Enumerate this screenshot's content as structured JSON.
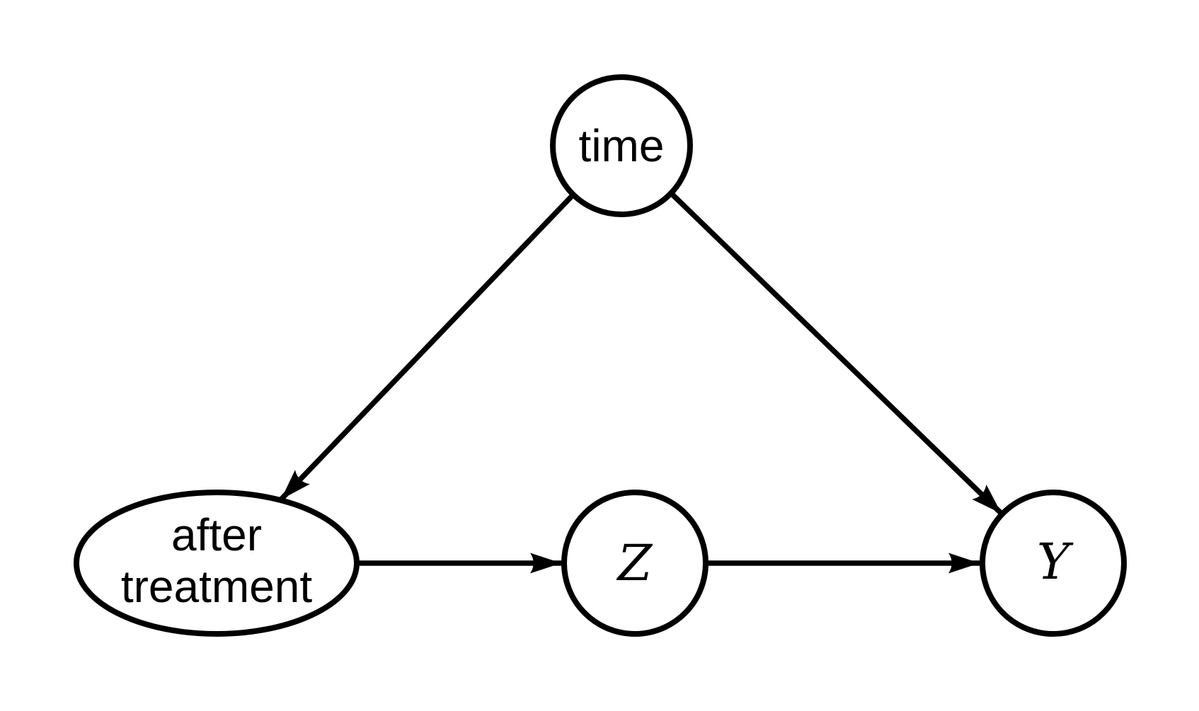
{
  "diagram": {
    "type": "causal-dag",
    "background_color": "#ffffff",
    "stroke_color": "#000000",
    "node_fill_color": "#ffffff",
    "nodes": [
      {
        "id": "time",
        "label": "time",
        "shape": "circle"
      },
      {
        "id": "after-treatment",
        "label": "after treatment",
        "label_lines": [
          "after",
          "treatment"
        ],
        "shape": "ellipse"
      },
      {
        "id": "z",
        "label": "Z",
        "shape": "circle"
      },
      {
        "id": "y",
        "label": "Y",
        "shape": "circle"
      }
    ],
    "edges": [
      {
        "from": "time",
        "to": "after-treatment",
        "directed": true
      },
      {
        "from": "time",
        "to": "y",
        "directed": true
      },
      {
        "from": "after-treatment",
        "to": "z",
        "directed": true
      },
      {
        "from": "z",
        "to": "y",
        "directed": true
      }
    ]
  }
}
